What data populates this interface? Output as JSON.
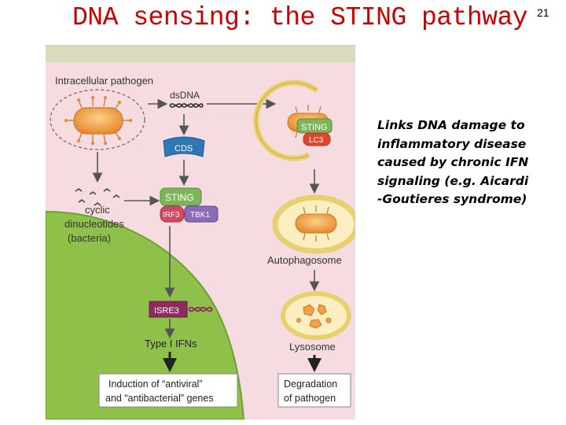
{
  "slide": {
    "title": "DNA sensing: the STING pathway",
    "number": "21",
    "note_lines": [
      "Links DNA damage to",
      "inflammatory disease",
      "caused by chronic IFN",
      "signaling  (e.g. Aicardi",
      "-Goutieres syndrome)"
    ]
  },
  "diagram": {
    "labels": {
      "intracellular_pathogen": "Intracellular pathogen",
      "dsdna": "dsDNA",
      "cds": "CDS",
      "sting_center": "STING",
      "irf3": "IRF3",
      "tbk1": "TBK1",
      "cyclic_1": "cyclic",
      "cyclic_2": "dinucleotides",
      "cyclic_3": "(bacteria)",
      "sting_top": "STING",
      "lc3": "LC3",
      "autophagosome": "Autophagosome",
      "isre3": "ISRE3",
      "type_i_ifns": "Type I IFNs",
      "induction_1": "Induction of “antiviral”",
      "induction_2": "and “antibacterial” genes",
      "degradation_1": "Degradation",
      "degradation_2": "of pathogen",
      "lysosome": "Lysosome"
    },
    "colors": {
      "cytoplasm": "#f6dbe0",
      "nucleus": "#8fc04a",
      "sting": "#7fb55a",
      "lc3": "#e0472c",
      "cds": "#2f78b5",
      "irf3": "#d2485e",
      "tbk1": "#8a6bb5",
      "isre3": "#8c2c5c",
      "pathogen": "#f0a04a",
      "membrane": "#e8d070",
      "arrow": "#555555"
    }
  }
}
